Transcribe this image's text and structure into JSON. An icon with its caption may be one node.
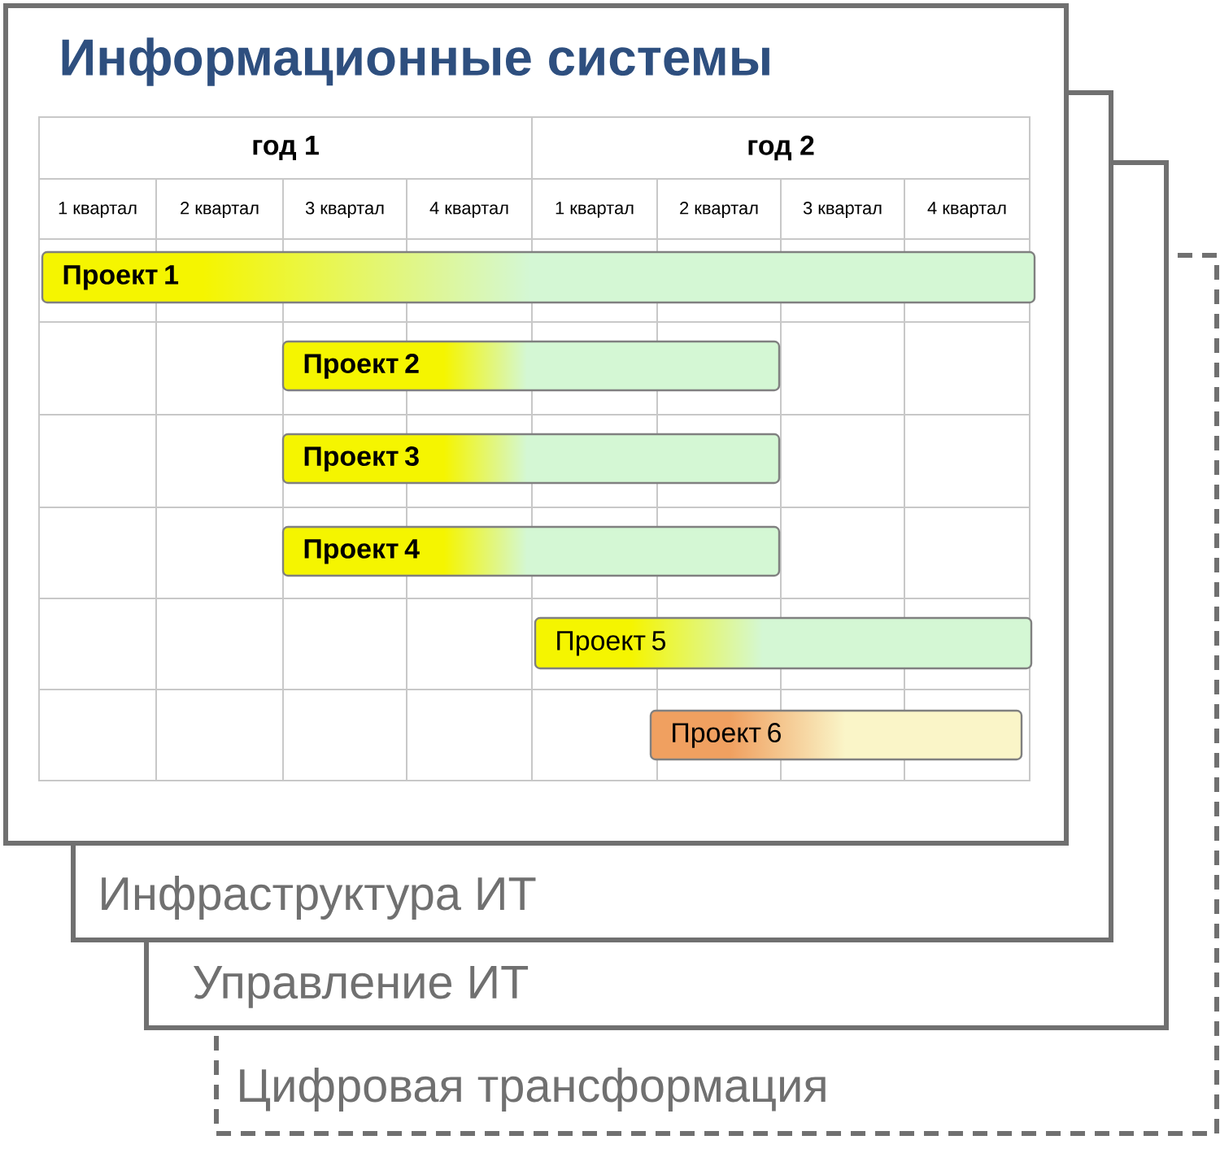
{
  "diagram": {
    "nodes": [
      {
        "text": [
          "Информационные системы"
        ]
      },
      {
        "text": [
          "Проект 1"
        ],
        "in": 0
      },
      {
        "text": [
          "Проект 2"
        ],
        "in": 0
      },
      {
        "text": [
          "Проект 3"
        ],
        "in": 0
      },
      {
        "text": [
          "Проект 4"
        ],
        "in": 0
      },
      {
        "text": [
          "Проект 5"
        ],
        "in": 0
      },
      {
        "text": [
          "Проект 6"
        ],
        "in": 0
      },
      {
        "text": [
          "Инфраструктура ИТ"
        ]
      },
      {
        "text": [
          "Управление ИТ"
        ]
      },
      {
        "text": [
          "Цифровая трансформация"
        ]
      }
    ],
    "labels": [
      "год 1",
      "год 2",
      "1 квартал",
      "2 квартал",
      "3 квартал",
      "4 квартал",
      "1 квартал",
      "2 квартал",
      "3 квартал",
      "4 квартал"
    ]
  }
}
